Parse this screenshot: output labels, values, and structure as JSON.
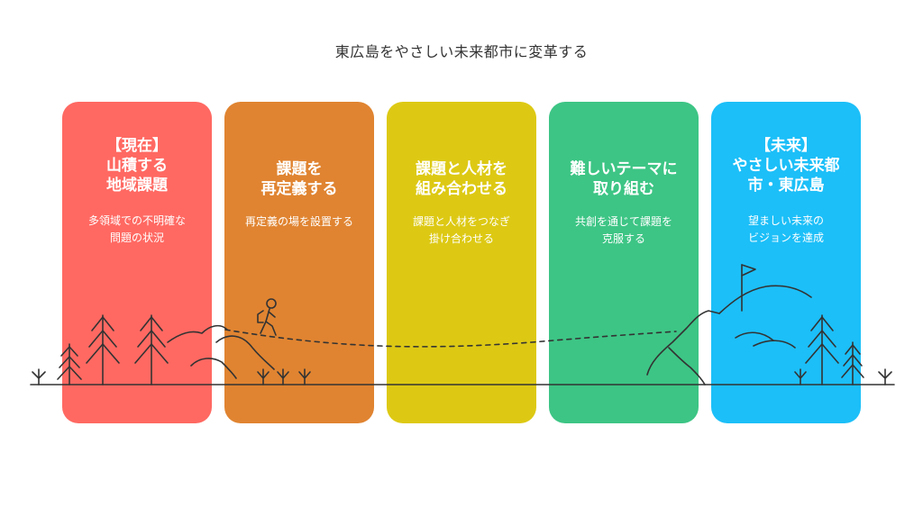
{
  "title": "東広島をやさしい未来都市に変革する",
  "steps": [
    {
      "heading": "【現在】\n山積する\n地域課題",
      "description": "多領域での不明確な\n問題の状況",
      "color": "#FF6962"
    },
    {
      "heading": "課題を\n再定義する",
      "description": "再定義の場を設置する",
      "color": "#E08431"
    },
    {
      "heading": "課題と人材を\n組み合わせる",
      "description": "課題と人材をつなぎ\n掛け合わせる",
      "color": "#DDC914"
    },
    {
      "heading": "難しいテーマに\n取り組む",
      "description": "共創を通じて課題を\n克服する",
      "color": "#3DC585"
    },
    {
      "heading": "【未来】\nやさしい未来都\n市・東広島",
      "description": "望ましい未来の\nビジョンを達成",
      "color": "#1CBFF8"
    }
  ],
  "icons": {
    "hiker": "hiker-icon",
    "flag": "flag-icon",
    "tree": "tree-icon",
    "grass": "grass-icon",
    "mountain": "mountain-icon"
  },
  "colors": {
    "line": "#333333",
    "background": "#ffffff"
  }
}
